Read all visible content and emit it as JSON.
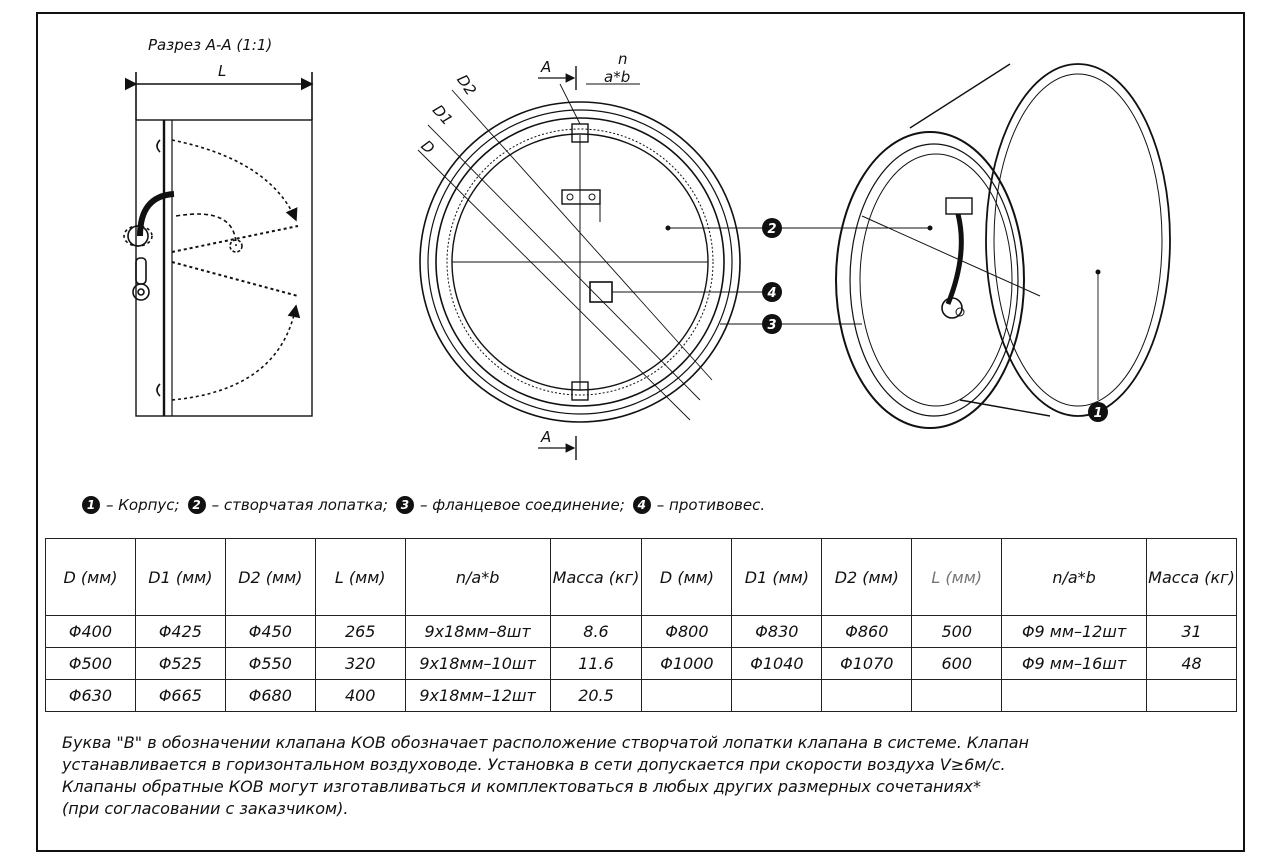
{
  "drawing": {
    "section_title": "Разрез А-А (1:1)",
    "dim_L": "L",
    "dim_D": "D",
    "dim_D1": "D1",
    "dim_D2": "D2",
    "section_mark": "А",
    "flange_holes_top": "n",
    "flange_holes_bottom": "a*b",
    "callout_1": "1",
    "callout_2": "2",
    "callout_3": "3",
    "callout_4": "4"
  },
  "legend": [
    {
      "num": "1",
      "text": "– Корпус;"
    },
    {
      "num": "2",
      "text": "– створчатая лопатка;"
    },
    {
      "num": "3",
      "text": "– фланцевое соединение;"
    },
    {
      "num": "4",
      "text": "– противовес."
    }
  ],
  "table": {
    "headers": [
      "D (мм)",
      "D1 (мм)",
      "D2 (мм)",
      "L (мм)",
      "n/a*b",
      "Масса (кг)",
      "D (мм)",
      "D1 (мм)",
      "D2 (мм)",
      "L (мм)",
      "n/a*b",
      "Масса (кг)"
    ],
    "rows": [
      [
        "Φ400",
        "Φ425",
        "Φ450",
        "265",
        "9x18мм–8шт",
        "8.6",
        "Φ800",
        "Φ830",
        "Φ860",
        "500",
        "Φ9 мм–12шт",
        "31"
      ],
      [
        "Φ500",
        "Φ525",
        "Φ550",
        "320",
        "9x18мм–10шт",
        "11.6",
        "Φ1000",
        "Φ1040",
        "Φ1070",
        "600",
        "Φ9 мм–16шт",
        "48"
      ],
      [
        "Φ630",
        "Φ665",
        "Φ680",
        "400",
        "9x18мм–12шт",
        "20.5",
        "",
        "",
        "",
        "",
        "",
        ""
      ]
    ]
  },
  "note": {
    "line1": "Буква \"В\" в обозначении клапана КОВ обозначает расположение створчатой лопатки клапана в системе. Клапан",
    "line2": "устанавливается в горизонтальном воздуховоде. Установка в сети допускается при скорости воздуха V≥6м/с.",
    "line3": "Клапаны обратные КОВ могут изготавливаться и комплектоваться в любых других размерных сочетаниях*",
    "line4": "(при согласовании с заказчиком)."
  }
}
